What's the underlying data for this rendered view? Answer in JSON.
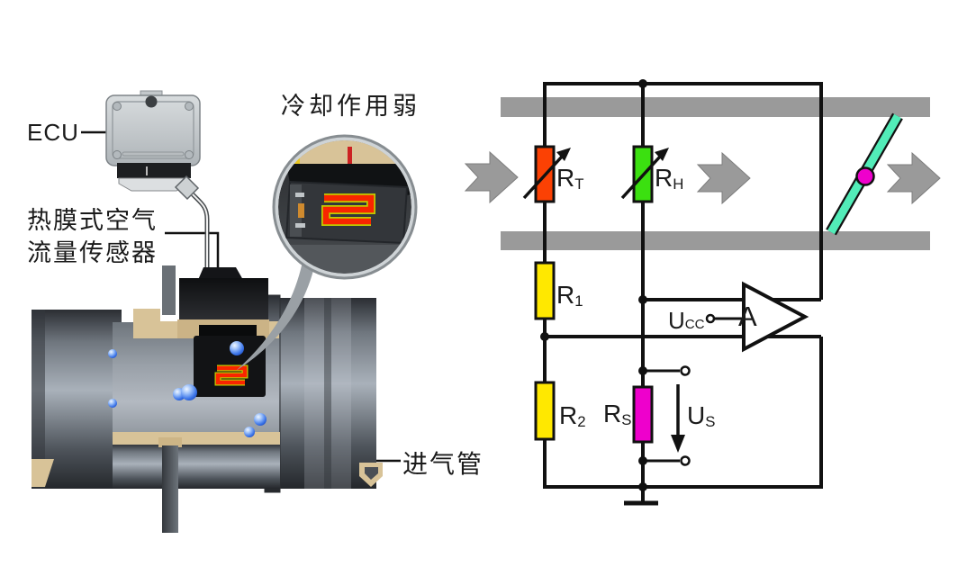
{
  "illustration": {
    "ecu_label": "ECU",
    "sensor_label": [
      "热膜式空气",
      "流量传感器"
    ],
    "inset_label": "冷却作用弱",
    "pipe_label": "进气管"
  },
  "circuit": {
    "rt": {
      "base": "R",
      "sub": "T"
    },
    "rh": {
      "base": "R",
      "sub": "H"
    },
    "r1": {
      "base": "R",
      "sub": "1"
    },
    "r2": {
      "base": "R",
      "sub": "2"
    },
    "rs": {
      "base": "R",
      "sub": "S"
    },
    "ucc": {
      "base": "U",
      "sub": "CC"
    },
    "us": {
      "base": "U",
      "sub": "S"
    },
    "amp_label": "A"
  },
  "colors": {
    "rt_thermistor": "#fb4104",
    "rh_heater": "#3be010",
    "bridge_resistor_yellow": "#ffe800",
    "rs_magenta": "#ee00cc",
    "wiper_magenta": "#ee00cc",
    "flap_teal": "#52ecb8",
    "duct_wall_gray": "#9a9a9a",
    "flow_arrow_gray": "#9a9a9a",
    "sensor_element_red": "#f92500",
    "element_halo_yellow": "#bfcc00",
    "wire_black": "#111111"
  }
}
